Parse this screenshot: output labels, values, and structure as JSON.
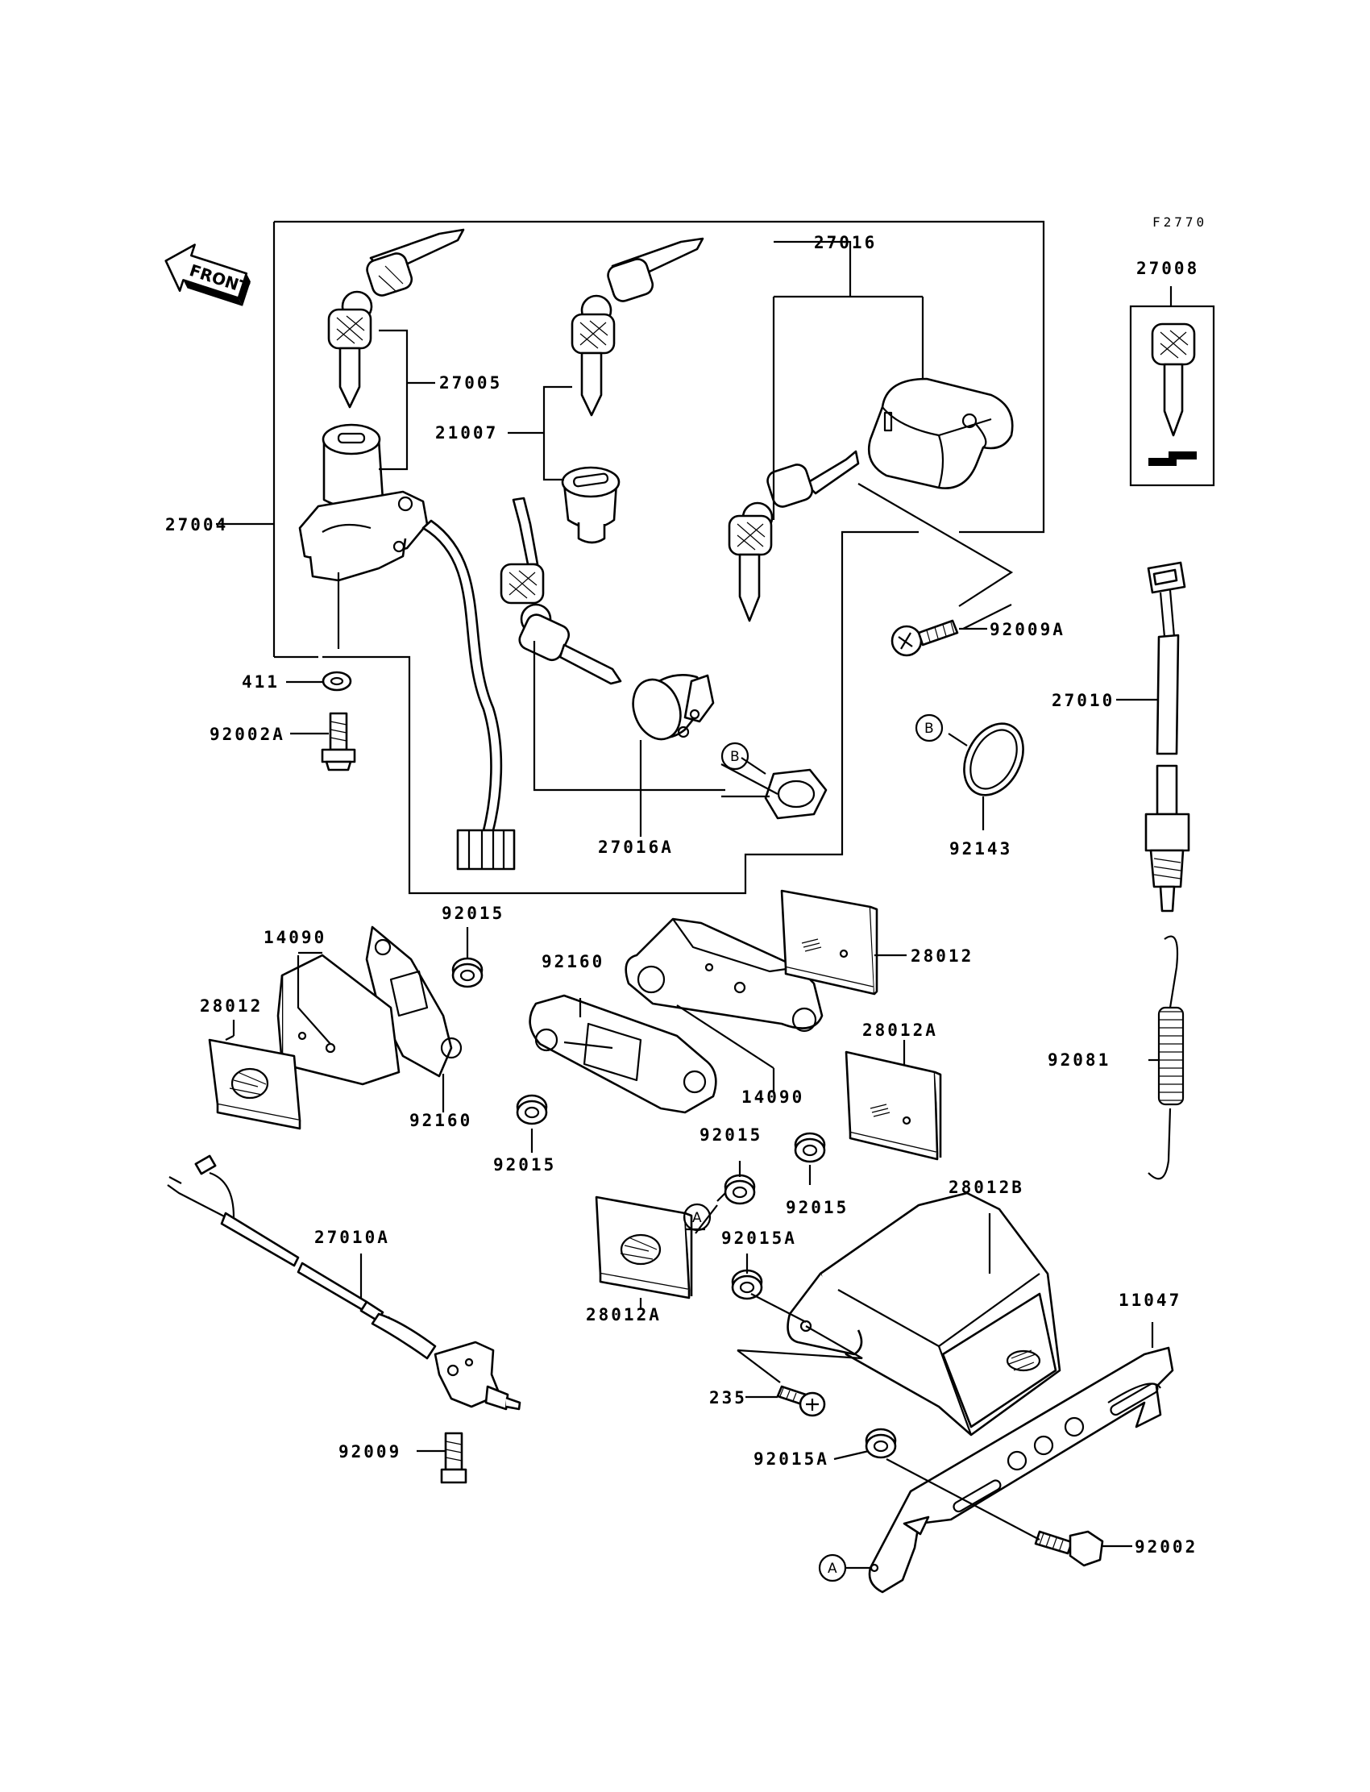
{
  "diagram_code": "F2770",
  "front_label": "FRONT",
  "callouts": {
    "A": "A",
    "B": "B"
  },
  "part_labels": {
    "p27016": "27016",
    "p27008": "27008",
    "p27005": "27005",
    "p21007": "21007",
    "p27004": "27004",
    "p92009A": "92009A",
    "p411": "411",
    "p92002A": "92002A",
    "p27010": "27010",
    "p27016A": "27016A",
    "p92143": "92143",
    "p92015_top": "92015",
    "p14090_left": "14090",
    "p92160_mid": "92160",
    "p28012_right": "28012",
    "p28012_left": "28012",
    "p28012A_right": "28012A",
    "p92081": "92081",
    "p92160_left": "92160",
    "p14090_mid": "14090",
    "p92015_mid": "92015",
    "p92015_a": "92015",
    "p92015_b": "92015",
    "p27010A": "27010A",
    "p28012B": "28012B",
    "p92015A_top": "92015A",
    "p11047": "11047",
    "p28012A_left": "28012A",
    "p235": "235",
    "p92009": "92009",
    "p92015A_bot": "92015A",
    "p92002": "92002"
  }
}
